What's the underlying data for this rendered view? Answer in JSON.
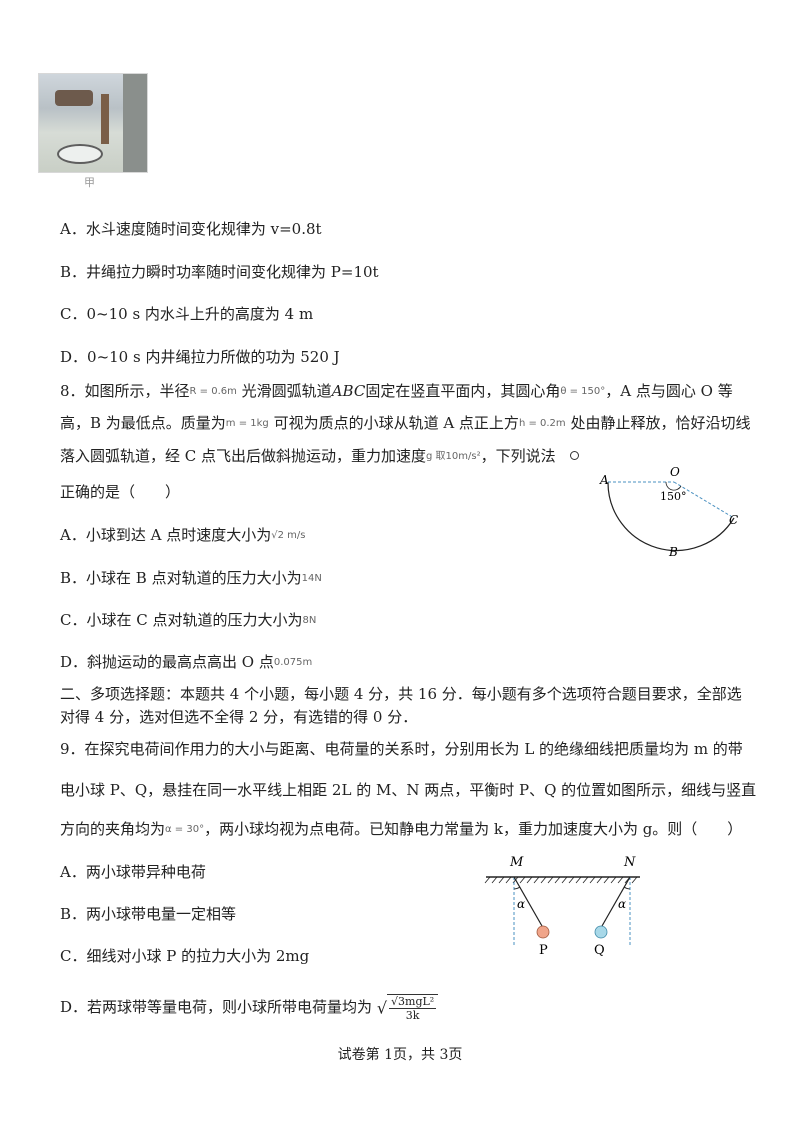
{
  "photo": {
    "caption": "甲"
  },
  "q7": {
    "optA": "A．水斗速度随时间变化规律为 v=0.8t",
    "optB": "B．井绳拉力瞬时功率随时间变化规律为 P=10t",
    "optC": "C．0~10 s 内水斗上升的高度为 4 m",
    "optD": "D．0~10 s 内井绳拉力所做的功为 520 J"
  },
  "q8": {
    "line1": {
      "a": "8．如图所示，半径",
      "img1": "R = 0.6m",
      "b": "光滑圆弧轨道",
      "abc": "ABC",
      "c": "固定在竖直平面内，其圆心角",
      "img2": "θ = 150°",
      "d": "，A 点与圆心 O 等"
    },
    "line2": {
      "a": "高，B 为最低点。质量为",
      "img1": "m = 1kg",
      "b": "可视为质点的小球从轨道 A 点正上方",
      "img2": "h = 0.2m",
      "c": "处由静止释放，恰好沿切线"
    },
    "line3": {
      "a": "落入圆弧轨道，经 C 点飞出后做斜抛运动，重力加速度",
      "img1": "g 取10m/s²",
      "b": "，下列说法"
    },
    "line4": "正确的是（　　）",
    "optA": {
      "text": "A．小球到达 A 点时速度大小为",
      "img": "√2 m/s"
    },
    "optB": {
      "text": "B．小球在 B 点对轨道的压力大小为",
      "img": "14N"
    },
    "optC": {
      "text": "C．小球在 C 点对轨道的压力大小为",
      "img": "8N"
    },
    "optD": {
      "text": "D．斜抛运动的最高点高出 O 点",
      "img": "0.075m"
    },
    "figure": {
      "A": "A",
      "O": "O",
      "B": "B",
      "C": "C",
      "angle": "150°"
    }
  },
  "section2": {
    "line1": "二、多项选择题：本题共 4 个小题，每小题 4 分，共 16 分．每小题有多个选项符合题目要求，全部选",
    "line2": "对得 4 分，选对但选不全得 2 分，有选错的得 0 分．"
  },
  "q9": {
    "line1": "9．在探究电荷间作用力的大小与距离、电荷量的关系时，分别用长为 L 的绝缘细线把质量均为 m 的带",
    "line2": "电小球 P、Q，悬挂在同一水平线上相距 2L 的 M、N 两点，平衡时 P、Q 的位置如图所示，细线与竖直",
    "line3a": "方向的夹角均为",
    "line3img": "α = 30°",
    "line3b": "，两小球均视为点电荷。已知静电力常量为 k，重力加速度大小为 g。则（　　）",
    "optA": "A．两小球带异种电荷",
    "optB": "B．两小球带电量一定相等",
    "optC": "C．细线对小球 P 的拉力大小为 2mg",
    "optD": "D．若两球带等量电荷，则小球所带电荷量均为",
    "formula": {
      "num": "√3mgL²",
      "den": "3k"
    },
    "figure": {
      "M": "M",
      "N": "N",
      "alpha": "α",
      "P": "P",
      "Q": "Q",
      "ballP": "#f0a58a",
      "ballQ": "#a8d8e8"
    }
  },
  "footer": "试卷第 1页，共 3页"
}
